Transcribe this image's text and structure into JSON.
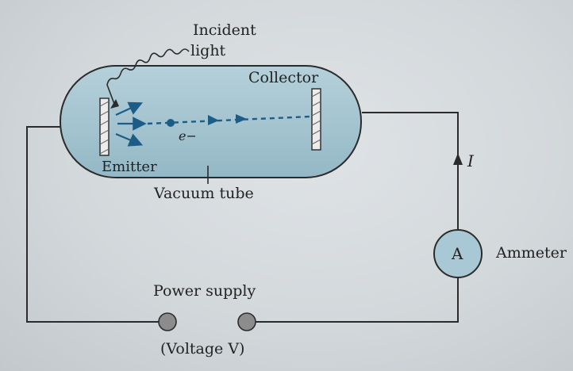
{
  "diagram": {
    "labels": {
      "incident_light_line1": "Incident",
      "incident_light_line2": "light",
      "collector": "Collector",
      "emitter": "Emitter",
      "electron": "e−",
      "vacuum_tube": "Vacuum tube",
      "current": "I",
      "ammeter_symbol": "A",
      "ammeter": "Ammeter",
      "power_supply": "Power supply",
      "voltage": "(Voltage V)"
    },
    "colors": {
      "tube_fill": "#a6c6d2",
      "tube_outline": "#2b2b2b",
      "electron_path": "#1c5d88",
      "wire": "#2b2b2b",
      "ammeter_fill": "#a9c8d6"
    }
  }
}
